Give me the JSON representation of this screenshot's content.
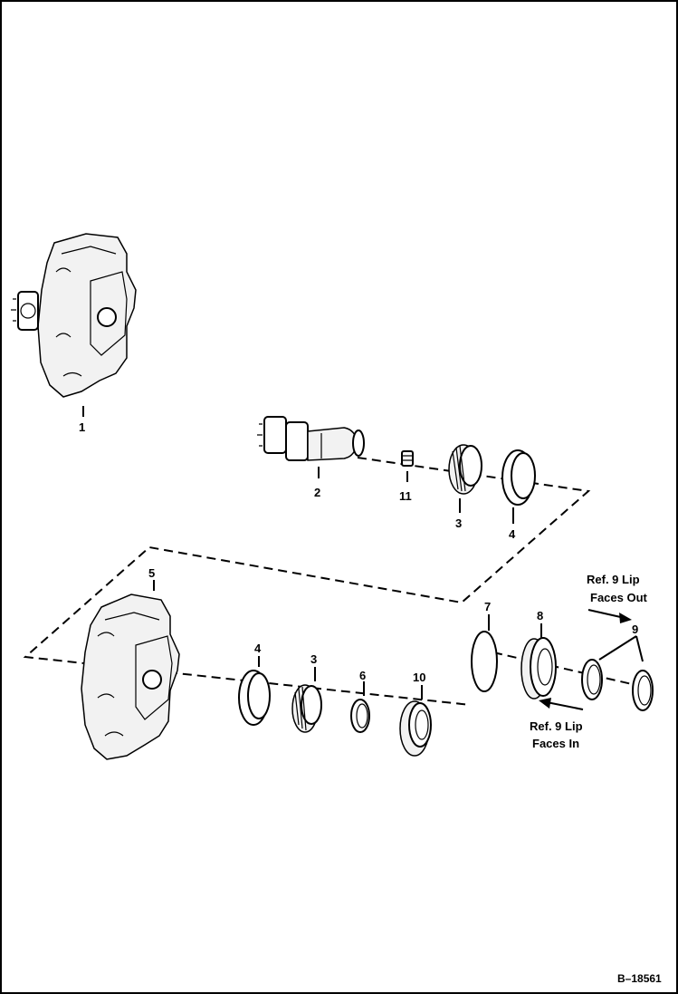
{
  "diagram": {
    "figure_number": "B–18561",
    "callouts": {
      "p1": "1",
      "p2": "2",
      "p11": "11",
      "p3_upper": "3",
      "p4_upper": "4",
      "p5": "5",
      "p4_lower": "4",
      "p3_lower": "3",
      "p6": "6",
      "p10": "10",
      "p7": "7",
      "p8": "8",
      "p9": "9"
    },
    "notes": {
      "lip_out_line1": "Ref. 9 Lip",
      "lip_out_line2": "Faces Out",
      "lip_in_line1": "Ref. 9 Lip",
      "lip_in_line2": "Faces In"
    }
  }
}
